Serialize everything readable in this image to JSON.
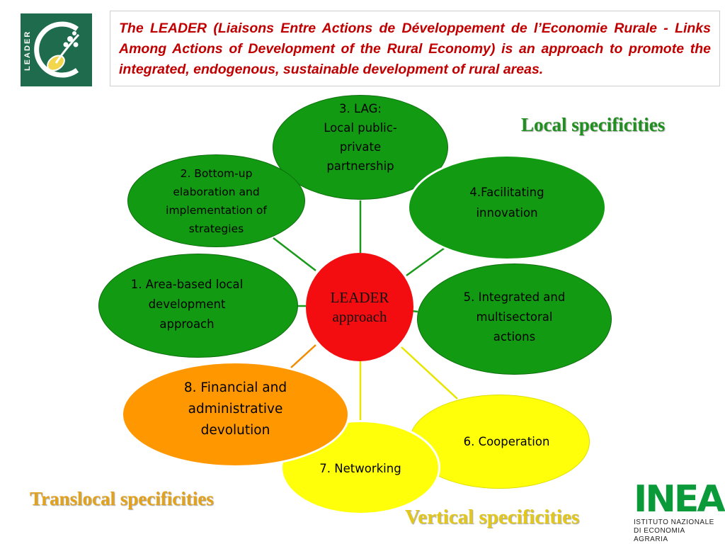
{
  "header": {
    "logo_text": "LEADER",
    "intro": "The LEADER (Liaisons Entre Actions de Développement de l’Economie Rurale - Links Among Actions of Development of the Rural Economy) is an approach to promote the integrated, endogenous, sustainable development of rural areas."
  },
  "diagram": {
    "center": "LEADER\napproach",
    "nodes": [
      {
        "id": "lag",
        "text": "3. LAG:\nLocal public-\nprivate\npartnership"
      },
      {
        "id": "bottom-up",
        "text": "2. Bottom-up\nelaboration and\nimplementation of\nstrategies"
      },
      {
        "id": "innovation",
        "text": "4.Facilitating\ninnovation"
      },
      {
        "id": "area-based",
        "text": "1. Area-based local\ndevelopment\napproach"
      },
      {
        "id": "integrated",
        "text": "5. Integrated and\nmultisectoral\nactions"
      },
      {
        "id": "cooperation",
        "text": "6. Cooperation"
      },
      {
        "id": "networking",
        "text": "7. Networking"
      },
      {
        "id": "financial",
        "text": "8. Financial and\nadministrative\ndevolution"
      }
    ],
    "labels": {
      "local": "Local specificities",
      "translocal": "Translocal specificities",
      "vertical": "Vertical specificities"
    },
    "colors": {
      "green": "#129b12",
      "yellow": "#ffff0a",
      "orange": "#ff9700",
      "center_red": "#f40d10",
      "label_green": "#1f8f1f",
      "label_gold": "#e3a21a"
    }
  },
  "footer": {
    "inea_logo": "INEA",
    "inea_line1": "ISTITUTO NAZIONALE",
    "inea_line2": "DI ECONOMIA AGRARIA"
  }
}
